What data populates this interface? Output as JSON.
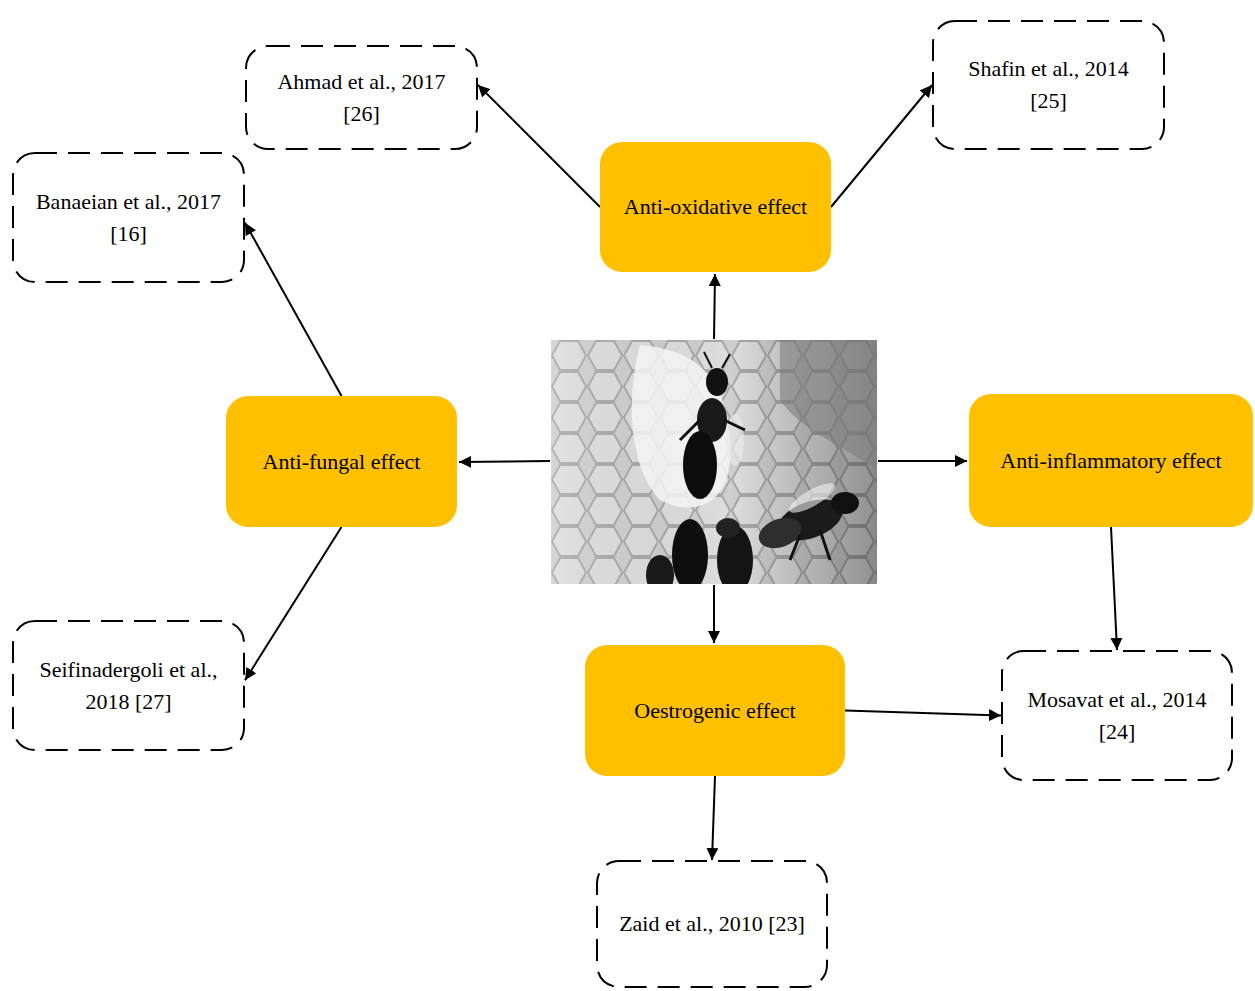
{
  "diagram": {
    "nodes": [
      {
        "text": [
          "Ahmad et al., 2017 [26]"
        ]
      },
      {
        "text": [
          "Shafin et al., 2014 [25]"
        ]
      },
      {
        "text": [
          "Banaeian et al., 2017 [16]"
        ]
      },
      {
        "text": [
          "Anti-oxidative effect"
        ]
      },
      {
        "text": [
          "Anti-fungal effect"
        ]
      },
      {
        "text": [
          "Anti-inflammatory effect"
        ]
      },
      {
        "text": [
          "Seifinadergoli et al., 2018 [27]"
        ]
      },
      {
        "text": [
          "Oestrogenic effect"
        ]
      },
      {
        "text": [
          "Mosavat et al., 2014 [24]"
        ]
      },
      {
        "text": [
          "Zaid et al., 2010 [23]"
        ]
      }
    ],
    "edges": [
      {
        "from": 3,
        "to": 0,
        "arrow": "to"
      },
      {
        "from": 3,
        "to": 1,
        "arrow": "to"
      },
      {
        "from": 4,
        "to": 2,
        "arrow": "to"
      },
      {
        "from": 4,
        "to": 6,
        "arrow": "to"
      },
      {
        "from": 5,
        "to": 8,
        "arrow": "to"
      },
      {
        "from": 7,
        "to": 8,
        "arrow": "to"
      },
      {
        "from": 7,
        "to": 9,
        "arrow": "to"
      }
    ]
  }
}
